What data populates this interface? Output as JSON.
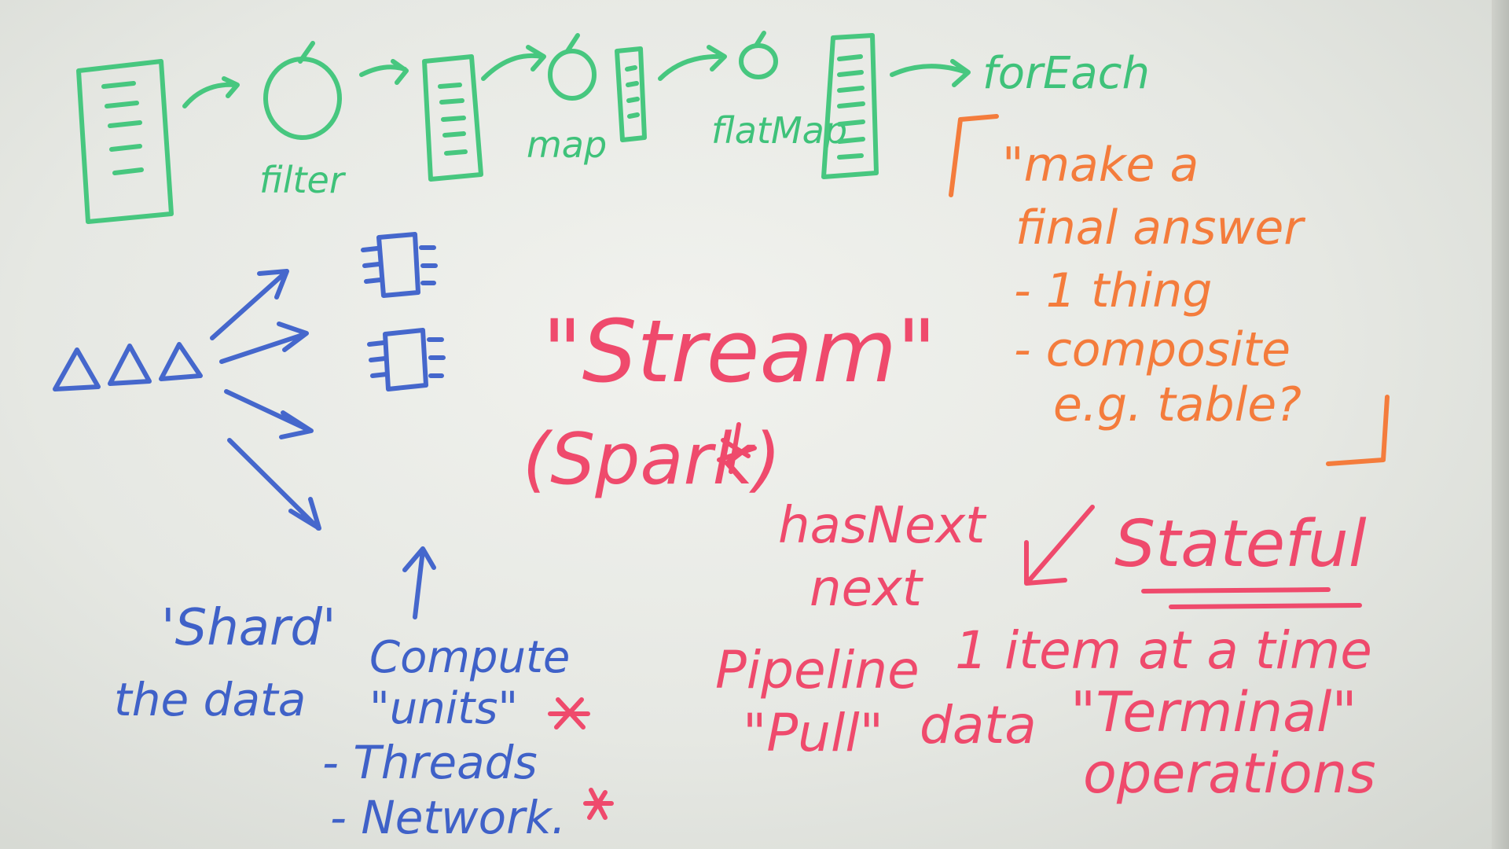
{
  "colors": {
    "green": "#3fc27a",
    "blue": "#3f61c8",
    "red": "#ef4a6c",
    "orange": "#f47c3c"
  },
  "green_row": {
    "filter": "filter",
    "map": "map",
    "flatmap": "flatMap",
    "foreach": "forEach"
  },
  "left_notes": {
    "shard": "'Shard'",
    "the_data": "the data",
    "compute": "Compute",
    "units": "\"units\"",
    "threads": "- Threads",
    "network": "- Network."
  },
  "stream": {
    "title": "\"Stream\"",
    "spark": "(Spark)",
    "has_next": "hasNext",
    "next": "next",
    "pipeline": "Pipeline",
    "pull": "\"Pull\"",
    "data": "data",
    "stateful": "Stateful",
    "item_at_a_time": "1 item at a time",
    "terminal": "\"Terminal\"",
    "operations": "operations"
  },
  "final_answer": {
    "line1": "\"make a",
    "line2": "final answer",
    "line3": "- 1 thing",
    "line4": "- composite",
    "line5": "e.g. table?"
  }
}
